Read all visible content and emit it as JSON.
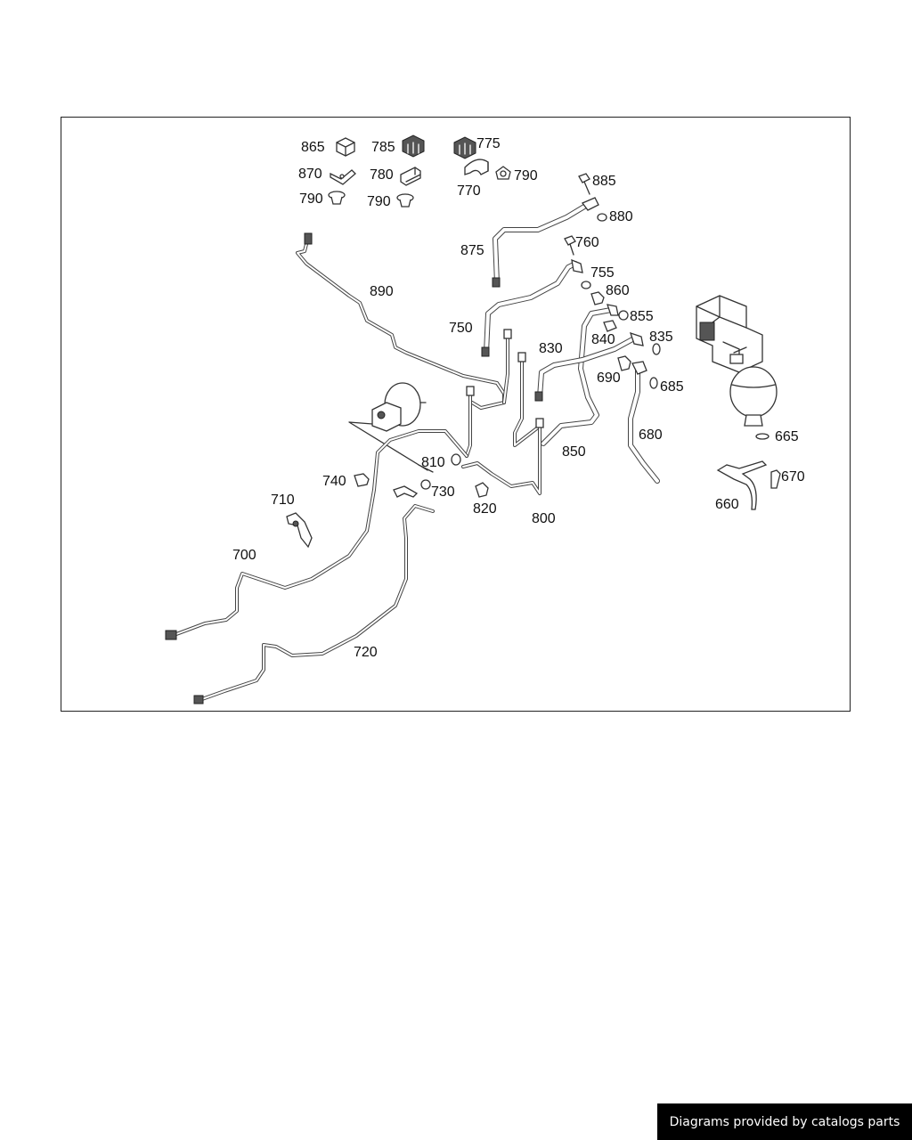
{
  "credit": "Diagrams provided by catalogs parts",
  "parts": {
    "p865": "865",
    "p785": "785",
    "p775": "775",
    "p870": "870",
    "p780": "780",
    "p790a": "790",
    "p770": "770",
    "p790b": "790",
    "p790c": "790",
    "p885": "885",
    "p880": "880",
    "p875": "875",
    "p760": "760",
    "p890": "890",
    "p755": "755",
    "p860": "860",
    "p855": "855",
    "p750": "750",
    "p830": "830",
    "p840": "840",
    "p835": "835",
    "p690": "690",
    "p685": "685",
    "p680": "680",
    "p665": "665",
    "p850": "850",
    "p810": "810",
    "p670": "670",
    "p740": "740",
    "p730": "730",
    "p660": "660",
    "p820": "820",
    "p800": "800",
    "p710": "710",
    "p700": "700",
    "p720": "720"
  }
}
